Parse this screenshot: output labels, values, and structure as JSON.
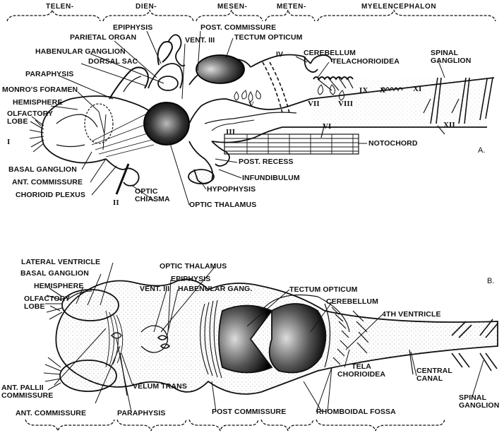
{
  "panel_a": {
    "id": "A.",
    "regions": [
      "TELEN-",
      "DIEN-",
      "MESEN-",
      "METEN-",
      "MYELENCEPHALON"
    ],
    "labels": {
      "epiphysis": "EPIPHYSIS",
      "post_commissure": "POST. COMMISSURE",
      "parietal_organ": "PARIETAL ORGAN",
      "vent3": "VENT. III",
      "tectum_opticum": "TECTUM OPTICUM",
      "habenular_ganglion": "HABENULAR GANGLION",
      "dorsal_sac": "DORSAL SAC",
      "cerebellum": "CEREBELLUM",
      "paraphysis": "PARAPHYSIS",
      "telachorioidea": "TELACHORIOIDEA",
      "spinal_ganglion": "SPINAL\nGANGLION",
      "monros_foramen": "MONRO'S FORAMEN",
      "hemisphere": "HEMISPHERE",
      "olfactory_lobe": "OLFACTORY\nLOBE",
      "notochord": "NOTOCHORD",
      "basal_ganglion": "BASAL GANGLION",
      "post_recess": "POST. RECESS",
      "ant_commissure": "ANT. COMMISSURE",
      "infundibulum": "INFUNDIBULUM",
      "chorioid_plexus": "CHORIOID PLEXUS",
      "hypophysis": "HYPOPHYSIS",
      "optic_chiasma": "OPTIC\nCHIASMA",
      "optic_thalamus": "OPTIC THALAMUS"
    },
    "nerves": {
      "n1": "I",
      "n2": "II",
      "n3": "III",
      "n4": "IV",
      "n5": "V",
      "n6": "VI",
      "n7": "VII",
      "n8": "VIII",
      "n9": "IX",
      "n10": "X",
      "n11": "XI",
      "n12": "XII"
    }
  },
  "panel_b": {
    "id": "B.",
    "labels": {
      "lateral_ventricle": "LATERAL VENTRICLE",
      "optic_thalamus": "OPTIC THALAMUS",
      "basal_ganglion": "BASAL GANGLION",
      "epiphysis": "EPIPHYSIS",
      "hemisphere": "HEMISPHERE",
      "vent3": "VENT. III",
      "habenular_gang": "HABENULAR GANG.",
      "tectum_opticum": "TECTUM OPTICUM",
      "olfactory_lobe": "OLFACTORY\nLOBE",
      "cerebellum": "CEREBELLUM",
      "fourth_ventricle": "4TH VENTRICLE",
      "central_canal": "CENTRAL\nCANAL",
      "tela_chorioidea": "TELA\nCHORIOIDEA",
      "spinal_ganglion": "SPINAL\nGANGLION",
      "ant_pallii_commissure": "ANT. PALLII\nCOMMISSURE",
      "velum_trans": "VELUM TRANS",
      "ant_commissure": "ANT. COMMISSURE",
      "paraphysis": "PARAPHYSIS",
      "post_commissure": "POST COMMISSURE",
      "rhomboidal_fossa": "RHOMBOIDAL FOSSA"
    }
  }
}
